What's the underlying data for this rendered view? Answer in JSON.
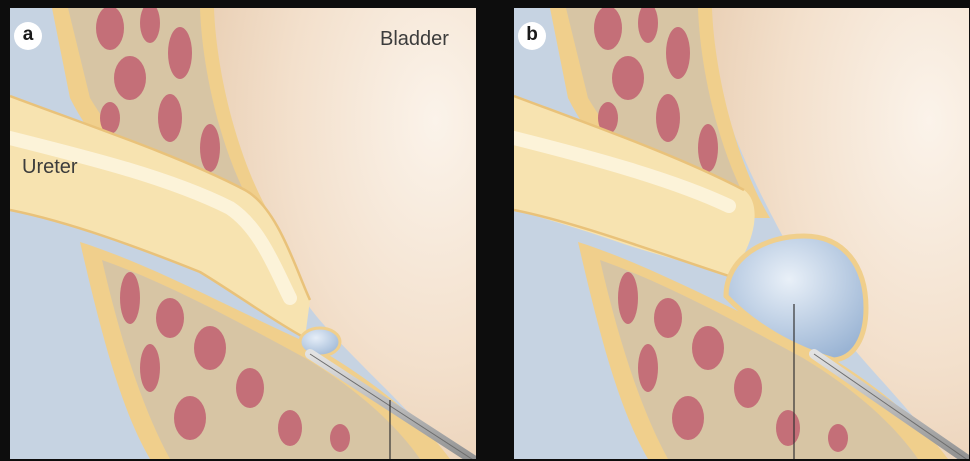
{
  "panels": [
    {
      "letter": "a"
    },
    {
      "letter": "b"
    }
  ],
  "labels": {
    "bladder": "Bladder",
    "ureter": "Ureter"
  },
  "colors": {
    "background": "#0d0d0d",
    "bladder_lumen": "#f5e6d4",
    "bladder_wall": "#f0cf8c",
    "muscle": "#c46f78",
    "connective_tissue": "#d7c5a4",
    "ureter": "#f7e3b0",
    "injected_bulking_agent": "#a9c0dc",
    "needle": "#b7b7b7"
  }
}
